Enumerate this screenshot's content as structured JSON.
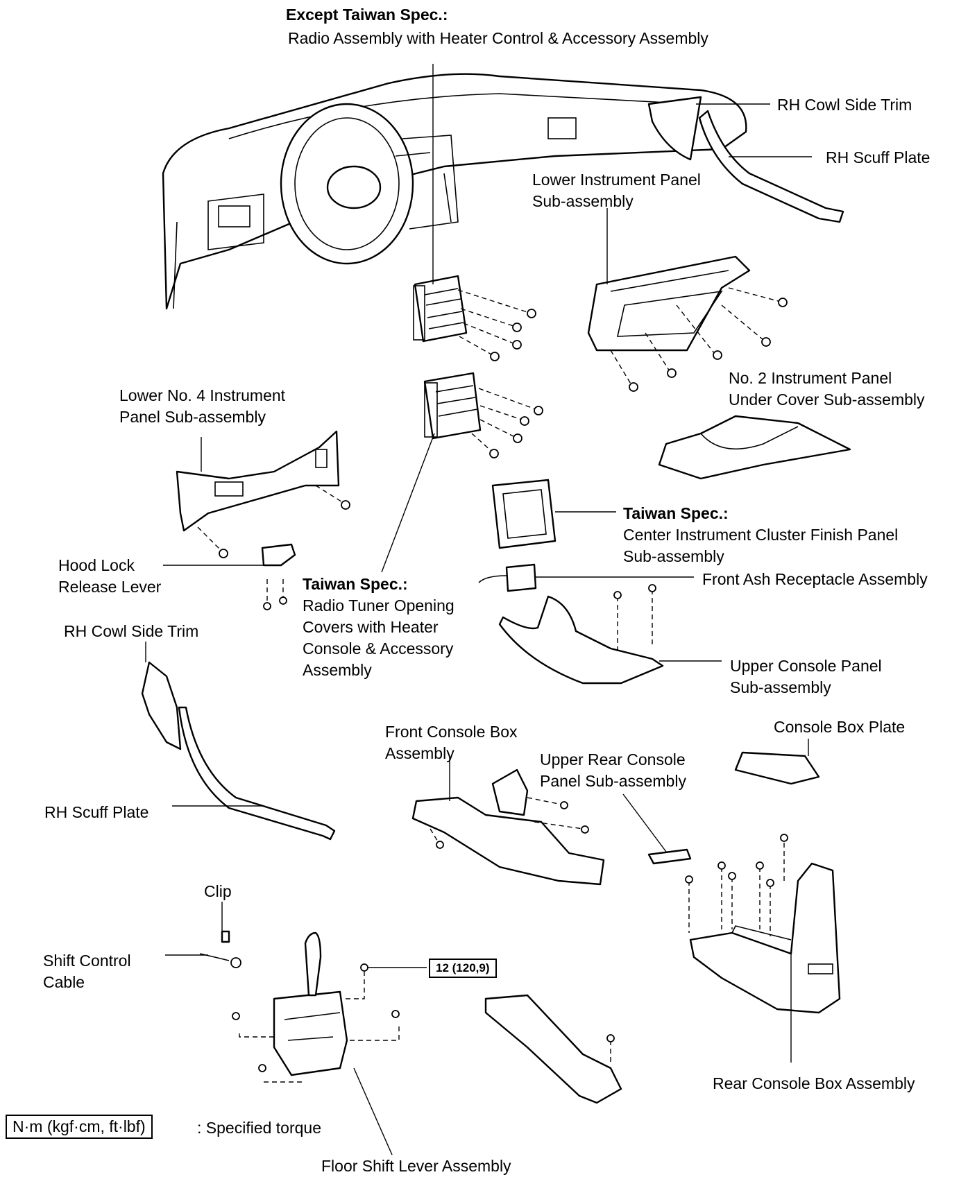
{
  "labels": {
    "except_taiwan_title": "Except Taiwan Spec.:",
    "except_taiwan_radio": "Radio Assembly with Heater Control & Accessory Assembly",
    "rh_cowl_top": "RH Cowl Side Trim",
    "rh_scuff_top": "RH Scuff Plate",
    "lower_ip_1": "Lower Instrument Panel",
    "lower_ip_2": "Sub-assembly",
    "lower_no4_1": "Lower No. 4 Instrument",
    "lower_no4_2": "Panel Sub-assembly",
    "no2_ip_1": "No. 2 Instrument Panel",
    "no2_ip_2": "Under Cover Sub-assembly",
    "taiwan_cluster_title": "Taiwan Spec.:",
    "taiwan_cluster_1": "Center Instrument Cluster Finish Panel",
    "taiwan_cluster_2": "Sub-assembly",
    "hood_lock_1": "Hood Lock",
    "hood_lock_2": "Release Lever",
    "taiwan_radio_title": "Taiwan Spec.:",
    "taiwan_radio_1": "Radio Tuner Opening",
    "taiwan_radio_2": "Covers with Heater",
    "taiwan_radio_3": "Console & Accessory",
    "taiwan_radio_4": "Assembly",
    "front_ash": "Front Ash Receptacle Assembly",
    "rh_cowl_left": "RH Cowl Side Trim",
    "upper_console_1": "Upper Console Panel",
    "upper_console_2": "Sub-assembly",
    "front_console_1": "Front Console Box",
    "front_console_2": "Assembly",
    "console_box_plate": "Console Box Plate",
    "upper_rear_1": "Upper Rear Console",
    "upper_rear_2": "Panel Sub-assembly",
    "rh_scuff_left": "RH Scuff Plate",
    "clip": "Clip",
    "shift_cable_1": "Shift Control",
    "shift_cable_2": "Cable",
    "rear_console": "Rear Console Box Assembly",
    "floor_shift": "Floor Shift Lever Assembly"
  },
  "torque": {
    "value": "12 (120,9)"
  },
  "legend": {
    "unit": "N·m (kgf·cm, ft·lbf)",
    "text": ": Specified torque"
  },
  "icons": [
    "dashboard-illustration",
    "radio-assembly",
    "lower-instrument-panel",
    "cowl-side-trim",
    "scuff-plate",
    "hood-lock-lever",
    "finish-panel",
    "ash-receptacle",
    "upper-console-panel",
    "under-cover",
    "front-console-box",
    "console-box-plate",
    "upper-rear-console-panel",
    "rear-console-box",
    "shift-lever-assembly",
    "shift-cable",
    "clip",
    "bolt"
  ]
}
